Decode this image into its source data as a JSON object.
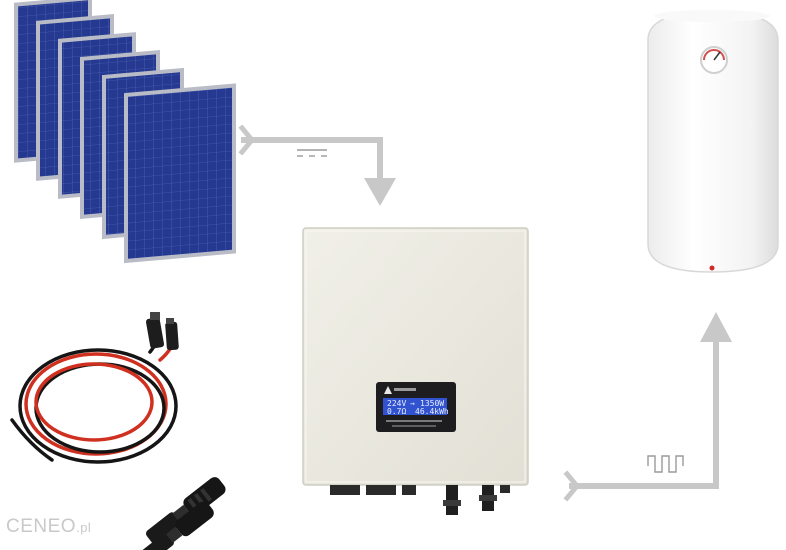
{
  "inverter": {
    "lcd_line1_left": "224V",
    "lcd_line1_mid": "→",
    "lcd_line1_right": "1350W",
    "lcd_line2_left": "0.7Ω",
    "lcd_line2_right": "46.4kWh"
  },
  "watermark": {
    "brand": "CENEO",
    "suffix": ".pl"
  },
  "icons": {
    "dc_symbol": "dc-current-icon",
    "ac_symbol": "square-wave-icon"
  },
  "colors": {
    "panel_blue": "#23378f",
    "panel_frame": "#b9bcc6",
    "arrow_gray": "#c8c8c8",
    "inverter_body": "#ecebe2",
    "lcd_blue": "#2f4fc9",
    "heater_white": "#f7f7f7",
    "cable_red": "#d0301f"
  }
}
